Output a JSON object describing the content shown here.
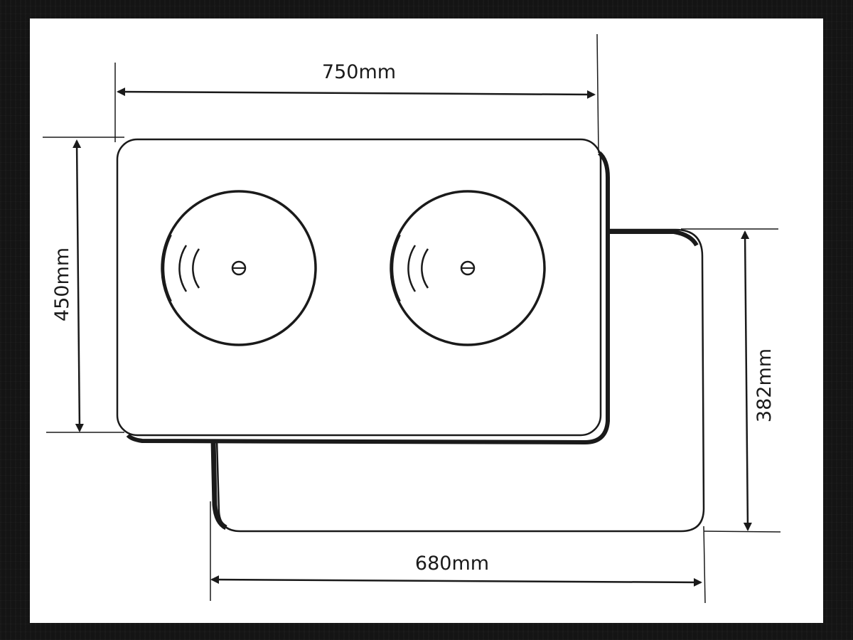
{
  "colors": {
    "background": "#141414",
    "sheet": "#ffffff",
    "ink": "#1a1a1a"
  },
  "dimensions": {
    "top_width": "750mm",
    "left_height": "450mm",
    "right_height": "382mm",
    "bottom_width": "680mm"
  },
  "burners": [
    {
      "name": "left-burner"
    },
    {
      "name": "right-burner"
    }
  ]
}
